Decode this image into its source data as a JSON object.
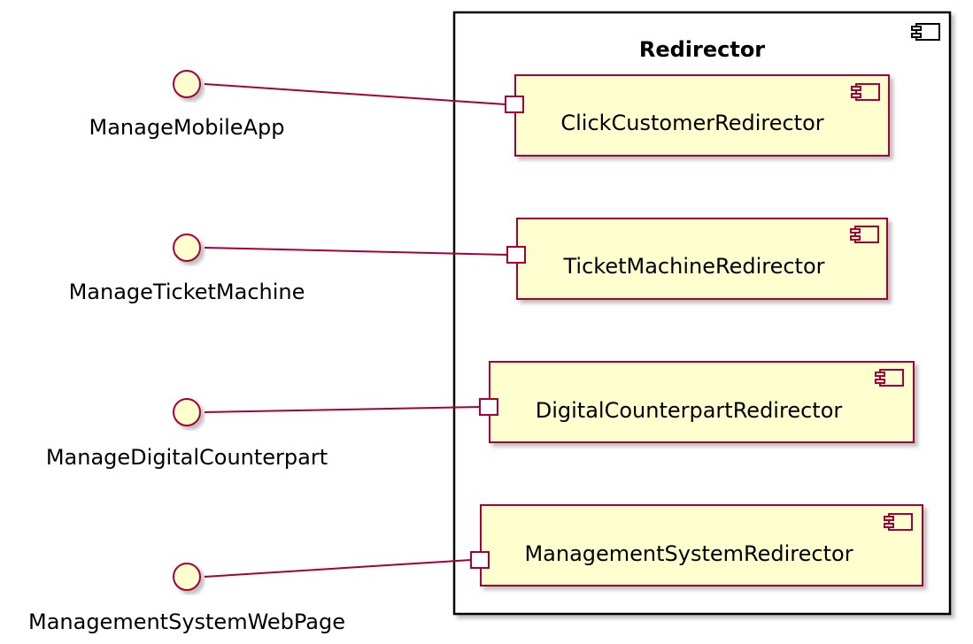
{
  "diagram": {
    "container": {
      "title": "Redirector"
    },
    "interfaces": [
      {
        "label": "ManageMobileApp"
      },
      {
        "label": "ManageTicketMachine"
      },
      {
        "label": "ManageDigitalCounterpart"
      },
      {
        "label": "ManagementSystemWebPage"
      }
    ],
    "components": [
      {
        "label": "ClickCustomerRedirector"
      },
      {
        "label": "TicketMachineRedirector"
      },
      {
        "label": "DigitalCounterpartRedirector"
      },
      {
        "label": "ManagementSystemRedirector"
      }
    ],
    "colors": {
      "fill": "#FEFECE",
      "stroke": "#A80036",
      "container_stroke": "#000000",
      "shadow": "#C8C8C8"
    }
  }
}
